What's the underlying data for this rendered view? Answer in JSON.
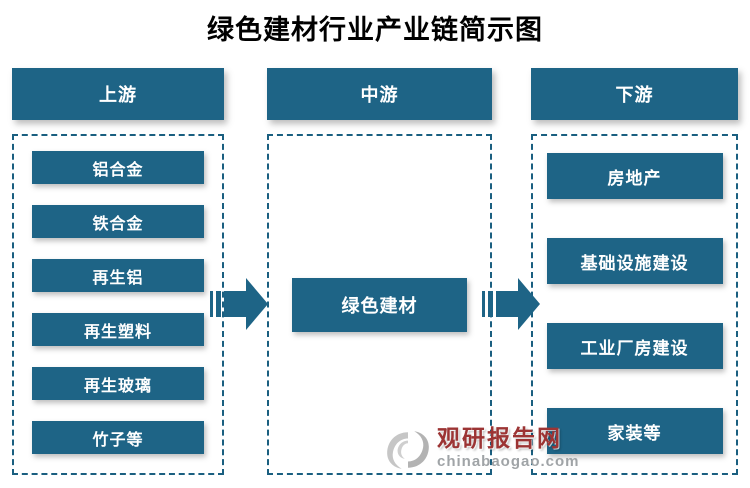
{
  "title": "绿色建材行业产业链简示图",
  "columns": [
    {
      "id": "upstream",
      "header": "上游",
      "items": [
        "铝合金",
        "铁合金",
        "再生铝",
        "再生塑料",
        "再生玻璃",
        "竹子等"
      ]
    },
    {
      "id": "midstream",
      "header": "中游",
      "items": [
        "绿色建材"
      ]
    },
    {
      "id": "downstream",
      "header": "下游",
      "items": [
        "房地产",
        "基础设施建设",
        "工业厂房建设",
        "家装等"
      ]
    }
  ],
  "watermark": {
    "brand": "观研报告网",
    "domain": "chinabaogao.com"
  },
  "colors": {
    "node_fill": "#1e6486",
    "dashed_border": "#1a5f80",
    "node_text": "#ffffff",
    "title_text": "#000000",
    "watermark_brand": "#9c3434",
    "watermark_domain": "#a0a4a7",
    "logo_gray": "#bcbcbc"
  }
}
